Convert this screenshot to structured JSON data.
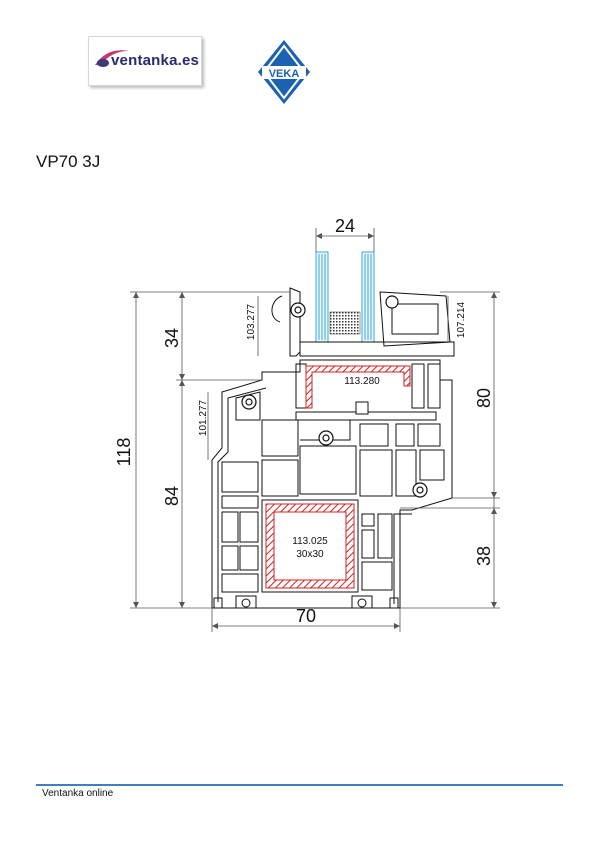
{
  "header": {
    "logo_ventanka_text": "ventanka.es",
    "logo_veka_text": "VEKA",
    "brand_colors": {
      "ventanka": "#2a2a6e",
      "veka": "#1b62b0"
    }
  },
  "title": "VP70 3J",
  "drawing": {
    "dimensions": {
      "glass": "24",
      "total_height": "118",
      "top_part": "34",
      "bottom_part": "84",
      "sash_height": "80",
      "frame_bottom": "38",
      "width": "70",
      "profile_left_top": "103.277",
      "profile_left_mid": "101.277",
      "profile_right_top": "107.214"
    },
    "reinforcements": {
      "sash": "113.280",
      "frame_code": "113.025",
      "frame_size": "30x30"
    }
  },
  "footer": {
    "text": "Ventanka online",
    "line_color": "#3f7fc1"
  }
}
